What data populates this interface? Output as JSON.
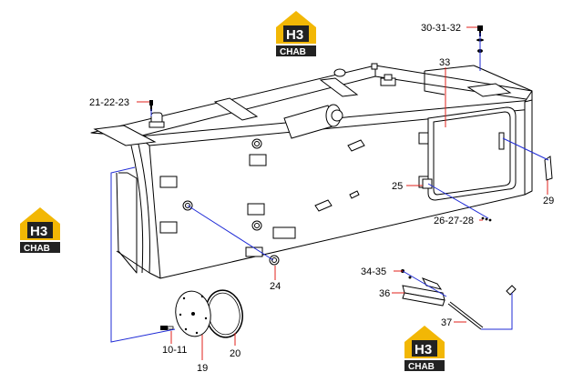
{
  "logo": {
    "mark": "H3",
    "text": "CHAB",
    "colors": {
      "gold": "#f2b705",
      "dark": "#222222",
      "white": "#ffffff"
    }
  },
  "callouts": {
    "c_30_31_32": "30-31-32",
    "c_33": "33",
    "c_21_22_23": "21-22-23",
    "c_25": "25",
    "c_29": "29",
    "c_26_27_28": "26-27-28",
    "c_24": "24",
    "c_34_35": "34-35",
    "c_36": "36",
    "c_37": "37",
    "c_10_11": "10-11",
    "c_19": "19",
    "c_20": "20"
  },
  "colors": {
    "leader_red": "#e0211b",
    "leader_blue": "#1f2bd6",
    "line": "#000000"
  }
}
